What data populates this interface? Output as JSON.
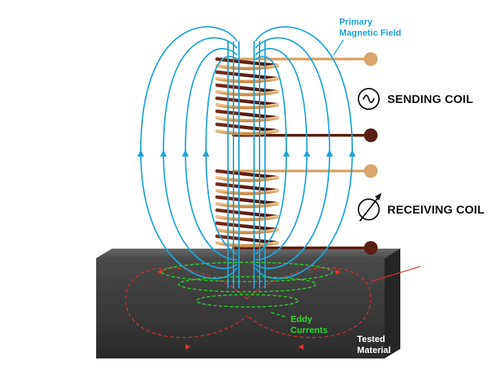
{
  "labels": {
    "primary_field_line1": "Primary",
    "primary_field_line2": "Magnetic Field",
    "sending_coil": "SENDING COIL",
    "receiving_coil": "RECEIVING COIL",
    "eddy_line1": "Eddy",
    "eddy_line2": "Currents",
    "tested_line1": "Tested",
    "tested_line2": "Material"
  },
  "icons": {
    "sending_coil_symbol": "ac-source-icon",
    "receiving_coil_symbol": "meter-icon"
  },
  "colors": {
    "field_lines": "#1ea4d8",
    "eddy_currents": "#2bd42b",
    "secondary_field": "#e0302a",
    "coil_copper_light": "#d9a66c",
    "coil_copper_dark": "#5a2014",
    "material": "#3c3c3c"
  }
}
